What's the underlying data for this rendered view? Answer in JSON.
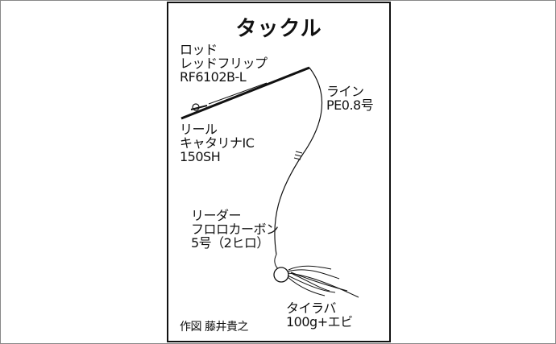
{
  "title": "タックル",
  "rod": {
    "label": "ロッド",
    "name": "レッドフリップ",
    "model": "RF6102B-L"
  },
  "line": {
    "label": "ライン",
    "spec": "PE0.8号"
  },
  "reel": {
    "label": "リール",
    "name": "キャタリナIC",
    "model": "150SH"
  },
  "leader": {
    "label": "リーダー",
    "material": "フロロカーボン",
    "spec": "5号（2ヒロ）"
  },
  "lure": {
    "label": "タイラバ",
    "spec": "100g+エビ"
  },
  "credit": "作図 藤井貴之"
}
